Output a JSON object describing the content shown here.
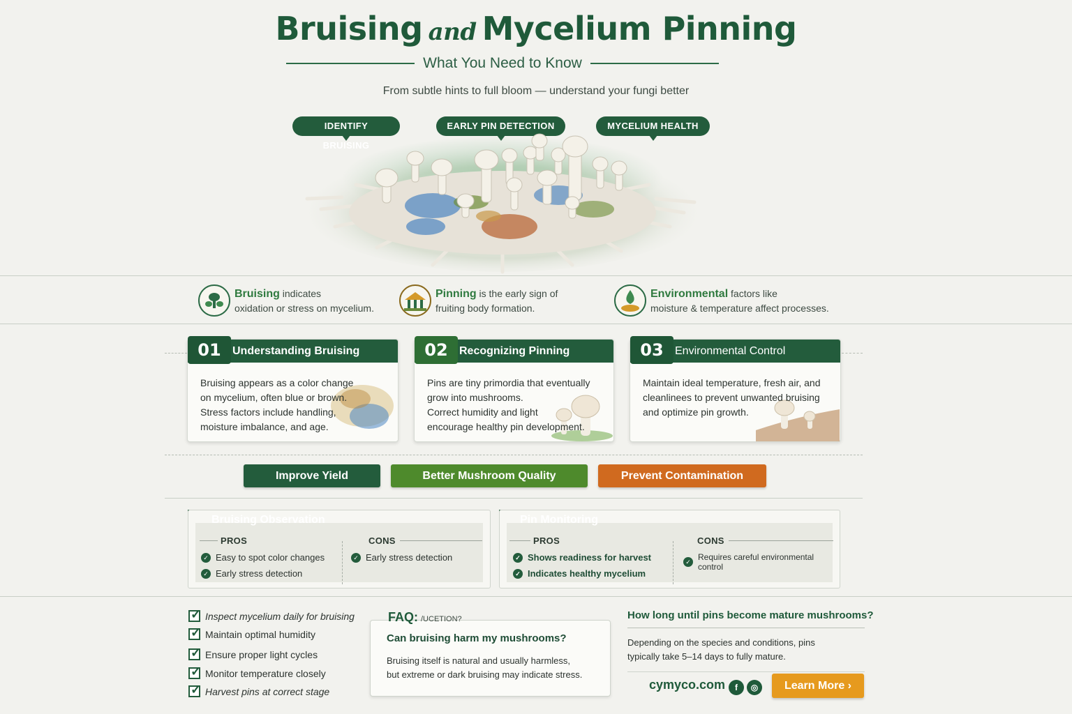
{
  "header": {
    "title_part1": "Bruising",
    "title_and": "and",
    "title_part2": "Mycelium Pinning",
    "subtitle": "What You Need to Know",
    "tagline": "From subtle hints to full bloom — understand your fungi better"
  },
  "hero_tags": [
    "IDENTIFY BRUISING",
    "EARLY PIN DETECTION",
    "MYCELIUM HEALTH"
  ],
  "info": [
    {
      "bold": "Bruising",
      "rest1": " indicates",
      "line2": "oxidation or stress on mycelium."
    },
    {
      "bold": "Pinning",
      "rest1": " is the early sign of",
      "line2": "fruiting body formation."
    },
    {
      "bold": "Environmental",
      "rest1": " factors like",
      "line2": "moisture & temperature affect processes."
    }
  ],
  "cards": [
    {
      "num": "01",
      "title": "Understanding Bruising",
      "body": [
        "Bruising appears as a color change",
        "on mycelium, often blue or brown.",
        "Stress factors include handling,",
        "moisture imbalance, and age."
      ]
    },
    {
      "num": "02",
      "title": "Recognizing Pinning",
      "body": [
        "Pins are tiny primordia that eventually",
        "grow into mushrooms.",
        "Correct humidity and light",
        "encourage healthy pin development."
      ]
    },
    {
      "num": "03",
      "title": "Environmental Control",
      "body": [
        "Maintain ideal temperature, fresh air, and",
        "cleanlinees to prevent unwanted bruising",
        "and optimize pin growth."
      ]
    }
  ],
  "pills": [
    {
      "label": "Improve Yield",
      "color": "#235c3c"
    },
    {
      "label": "Better Mushroom Quality",
      "color": "#4e8a2c"
    },
    {
      "label": "Prevent Contamination",
      "color": "#d06a1f"
    }
  ],
  "panels": [
    {
      "title": "Bruising Observation",
      "pros_label": "PROS",
      "cons_label": "CONS",
      "pros": [
        "Easy to spot color changes",
        "Early stress detection"
      ],
      "cons": [
        "Early stress detection"
      ]
    },
    {
      "title": "Pin Monitoring",
      "pros_label": "PROS",
      "cons_label": "CONS",
      "pros": [
        "Shows readiness for harvest",
        "Indicates healthy mycelium"
      ],
      "cons": [
        "Requires careful environmental control"
      ]
    }
  ],
  "checklist": [
    "Inspect mycelium daily for bruising",
    "Maintain optimal humidity",
    "Ensure proper light cycles",
    "Monitor temperature closely",
    "Harvest pins at correct stage"
  ],
  "faq": {
    "label": "FAQ:",
    "label_small": "/UCETION?",
    "question": "Can bruising harm my mushrooms?",
    "answer": [
      "Bruising itself is natural and usually harmless,",
      "but extreme or dark bruising may indicate stress."
    ],
    "question2": "How long until pins become mature mushrooms?",
    "answer2": [
      "Depending on the species and conditions, pins",
      "typically take 5–14 days to fully mature."
    ]
  },
  "footer": {
    "site": "cymyco.com",
    "social": [
      "f",
      "◎"
    ],
    "cta": "Learn More ›"
  }
}
